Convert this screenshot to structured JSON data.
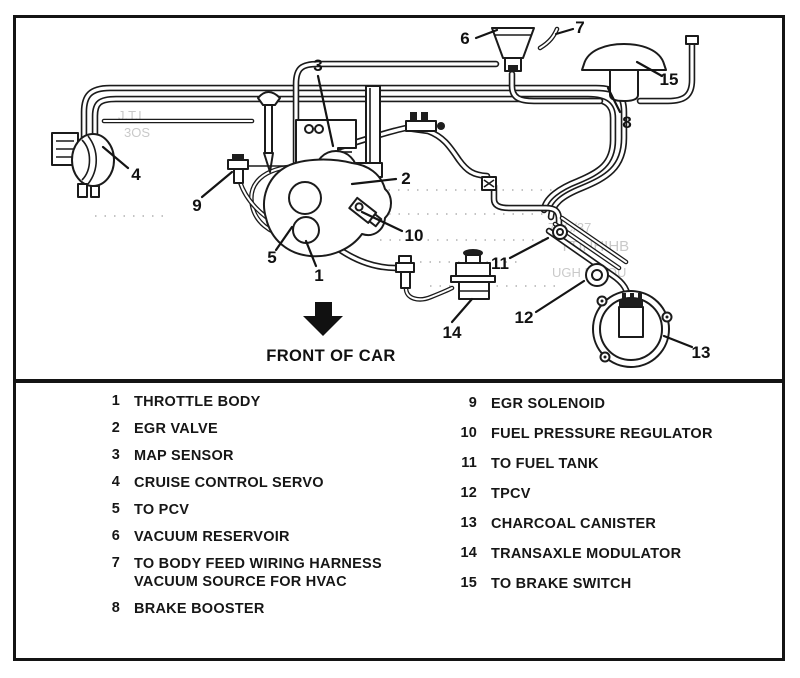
{
  "figure": {
    "front_label": "FRONT OF CAR"
  },
  "callouts": {
    "1": "1",
    "2": "2",
    "3": "3",
    "4": "4",
    "5": "5",
    "6": "6",
    "7": "7",
    "8": "8",
    "9": "9",
    "10": "10",
    "11": "11",
    "12": "12",
    "13": "13",
    "14": "14",
    "15": "15"
  },
  "legend": {
    "left": [
      {
        "num": "1",
        "label": "THROTTLE BODY"
      },
      {
        "num": "2",
        "label": "EGR VALVE"
      },
      {
        "num": "3",
        "label": "MAP SENSOR"
      },
      {
        "num": "4",
        "label": "CRUISE CONTROL SERVO"
      },
      {
        "num": "5",
        "label": "TO PCV"
      },
      {
        "num": "6",
        "label": "VACUUM RESERVOIR"
      },
      {
        "num": "7",
        "label": "TO BODY FEED WIRING HARNESS\nVACUUM SOURCE FOR HVAC"
      },
      {
        "num": "8",
        "label": "BRAKE BOOSTER"
      }
    ],
    "right": [
      {
        "num": "9",
        "label": "EGR SOLENOID"
      },
      {
        "num": "10",
        "label": "FUEL PRESSURE REGULATOR"
      },
      {
        "num": "11",
        "label": "TO FUEL TANK"
      },
      {
        "num": "12",
        "label": "TPCV"
      },
      {
        "num": "13",
        "label": "CHARCOAL CANISTER"
      },
      {
        "num": "14",
        "label": "TRANSAXLE MODULATOR"
      },
      {
        "num": "15",
        "label": "TO BRAKE SWITCH"
      }
    ]
  },
  "bleed_text": {
    "t1": "7SC/37",
    "t2": "TTIHHIHB",
    "t3": "UGH R HOU",
    "t4": "J.T.L",
    "t5": "3OS"
  },
  "colors": {
    "ink": "#141414",
    "paper": "#ffffff",
    "bleed": "#9e9e9e"
  }
}
